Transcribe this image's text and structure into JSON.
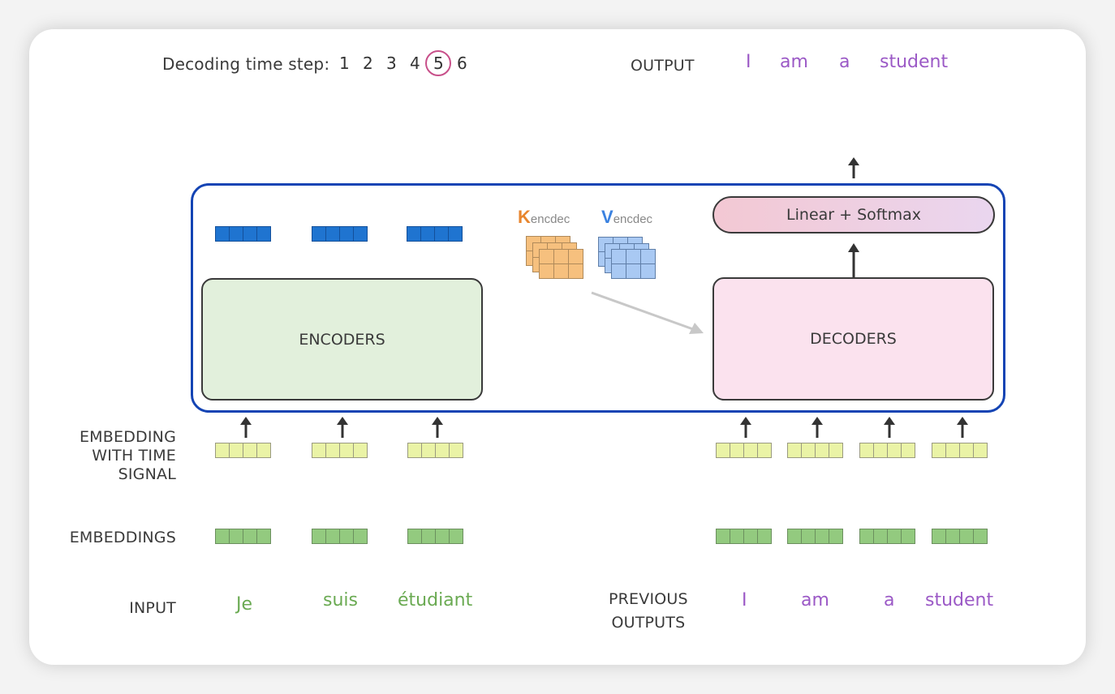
{
  "header": {
    "decoding_label": "Decoding time step:",
    "time_steps": [
      "1",
      "2",
      "3",
      "4",
      "5",
      "6"
    ],
    "current_step": "5",
    "output_label": "OUTPUT",
    "output_words": [
      "I",
      "am",
      "a",
      "student"
    ]
  },
  "stack": {
    "encoders_label": "ENCODERS",
    "decoders_label": "DECODERS",
    "softmax_label": "Linear + Softmax",
    "k_label": {
      "main": "K",
      "sub": "encdec"
    },
    "v_label": {
      "main": "V",
      "sub": "encdec"
    }
  },
  "rows": {
    "embedding_time_signal_label": [
      "EMBEDDING",
      "WITH TIME",
      "SIGNAL"
    ],
    "embeddings_label": "EMBEDDINGS",
    "input_label": "INPUT",
    "previous_outputs_label": [
      "PREVIOUS",
      "OUTPUTS"
    ]
  },
  "input_words": [
    "Je",
    "suis",
    "étudiant"
  ],
  "previous_output_words": [
    "I",
    "am",
    "a",
    "student"
  ],
  "colors": {
    "stack_border": "#1444b4",
    "encoder_fill": "#e2f0dc",
    "decoder_fill": "#fbe2ee",
    "step_highlight": "#c8508a",
    "output_text": "#9b59c6",
    "input_text": "#6aaa52",
    "k_color": "#e8862f",
    "v_color": "#3b82e0"
  }
}
